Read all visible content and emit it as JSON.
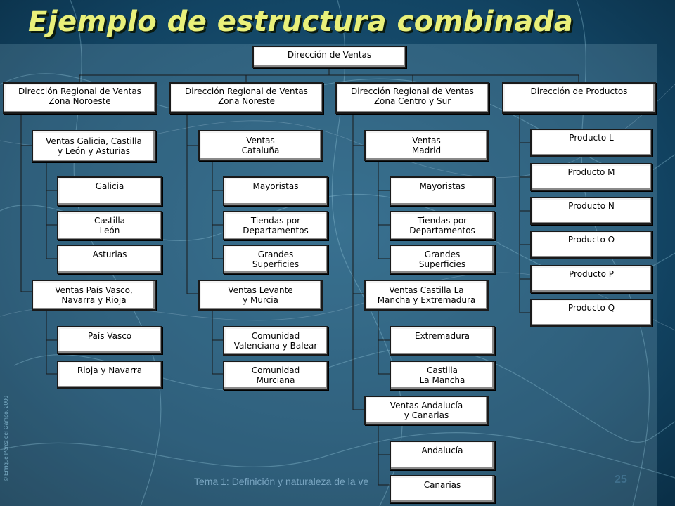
{
  "title": "Ejemplo de estructura combinada",
  "copyright": "© Enrique Pérez del Campo, 2000",
  "footer": "Tema 1: Definición y naturaleza de la ve",
  "page_number": "25",
  "colors": {
    "title": "#e9f07a",
    "background": "#0e3550",
    "box_border": "#1a1a1a"
  },
  "org": {
    "root": "Dirección de Ventas",
    "regions": [
      "Dirección Regional de Ventas\nZona Noroeste",
      "Dirección Regional de Ventas\nZona Noreste",
      "Dirección Regional de Ventas\nZona Centro y Sur",
      "Dirección de Productos"
    ],
    "col1": {
      "g1": "Ventas Galicia, Castilla\ny León y Asturias",
      "g1_items": [
        "Galicia",
        "Castilla\nLeón",
        "Asturias"
      ],
      "g2": "Ventas  País Vasco,\nNavarra y Rioja",
      "g2_items": [
        "País Vasco",
        "Rioja y Navarra"
      ]
    },
    "col2": {
      "g1": "Ventas\nCataluña",
      "g1_items": [
        "Mayoristas",
        "Tiendas por\nDepartamentos",
        "Grandes\nSuperficies"
      ],
      "g2": "Ventas Levante\ny Murcia",
      "g2_items": [
        "Comunidad\nValenciana y Balear",
        "Comunidad\nMurciana"
      ]
    },
    "col3": {
      "g1": "Ventas\nMadrid",
      "g1_items": [
        "Mayoristas",
        "Tiendas por\nDepartamentos",
        "Grandes\nSuperficies"
      ],
      "g2": "Ventas Castilla La\nMancha y Extremadura",
      "g2_items": [
        "Extremadura",
        "Castilla\nLa Mancha"
      ],
      "g3": "Ventas Andalucía\ny Canarias",
      "g3_items": [
        "Andalucía",
        "Canarias"
      ]
    },
    "col4": {
      "items": [
        "Producto L",
        "Producto M",
        "Producto N",
        "Producto O",
        "Producto P",
        "Producto Q"
      ]
    }
  }
}
